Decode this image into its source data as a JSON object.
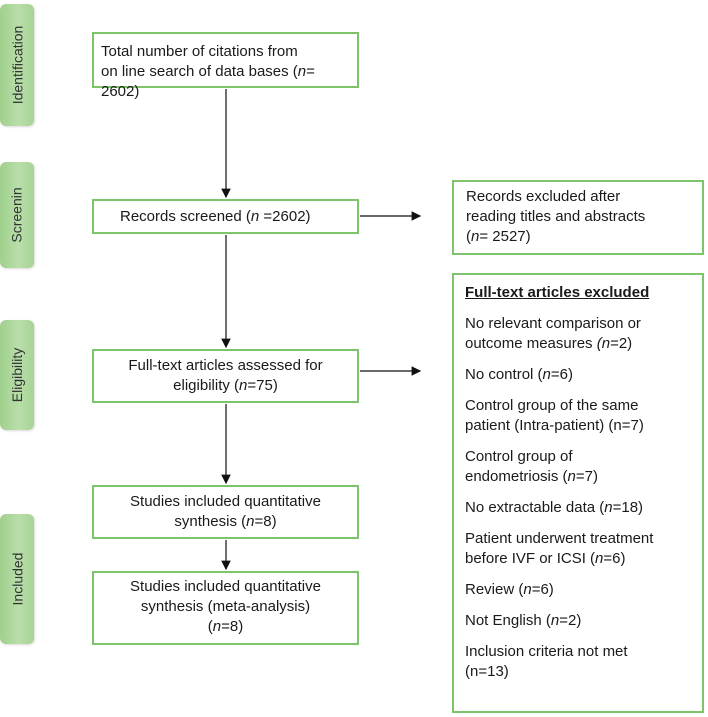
{
  "stages": {
    "identification": "Identification",
    "screening": "Screenin",
    "eligibility": "Eligibility",
    "included": "Included"
  },
  "boxes": {
    "total": {
      "line1": "Total number of citations from",
      "line2_pre": "on line search of data bases (",
      "line2_n": "n",
      "line2_post": "= 2602)"
    },
    "screened": {
      "pre": "Records screened (",
      "n": "n",
      "post": " =2602)"
    },
    "assessed": {
      "line1": "Full-text articles assessed for",
      "line2_pre": "eligibility (",
      "line2_n": "n",
      "line2_post": "=75)"
    },
    "included_quant": {
      "line1": "Studies included quantitative",
      "line2_pre": "synthesis (",
      "line2_n": "n",
      "line2_post": "=8)"
    },
    "included_meta": {
      "line1": "Studies included quantitative",
      "line2": "synthesis (meta-analysis)",
      "line3_pre": "(",
      "line3_n": "n",
      "line3_post": "=8)"
    },
    "excluded_records": {
      "line1": "Records excluded after",
      "line2": "reading titles and abstracts",
      "line3_pre": "(",
      "line3_n": "n",
      "line3_post": "= 2527)"
    },
    "excluded_fulltext": {
      "title": "Full-text articles excluded",
      "items": [
        {
          "l1": "No relevant comparison or",
          "l2pre": "outcome measures ",
          "n": "(n",
          "l2post": "=2)",
          "italic_paren": true
        },
        {
          "l1pre": "No control (",
          "n": "n",
          "l1post": "=6)"
        },
        {
          "l1": "Control group of the same",
          "l2": "patient (Intra-patient) (n=7)"
        },
        {
          "l1": "Control group of",
          "l2pre": "endometriosis (",
          "n": "n",
          "l2post": "=7)"
        },
        {
          "l1pre": "No extractable data (",
          "n": "n",
          "l1post": "=18)"
        },
        {
          "l1": "Patient underwent treatment",
          "l2pre": "before IVF or ICSI (",
          "n": "n",
          "l2post": "=6)"
        },
        {
          "l1pre": "Review (",
          "n": "n",
          "l1post": "=6)"
        },
        {
          "l1pre": "Not English (",
          "n": "n",
          "l1post": "=2)"
        },
        {
          "l1": "Inclusion criteria not met",
          "l2": "(n=13)"
        }
      ]
    }
  }
}
